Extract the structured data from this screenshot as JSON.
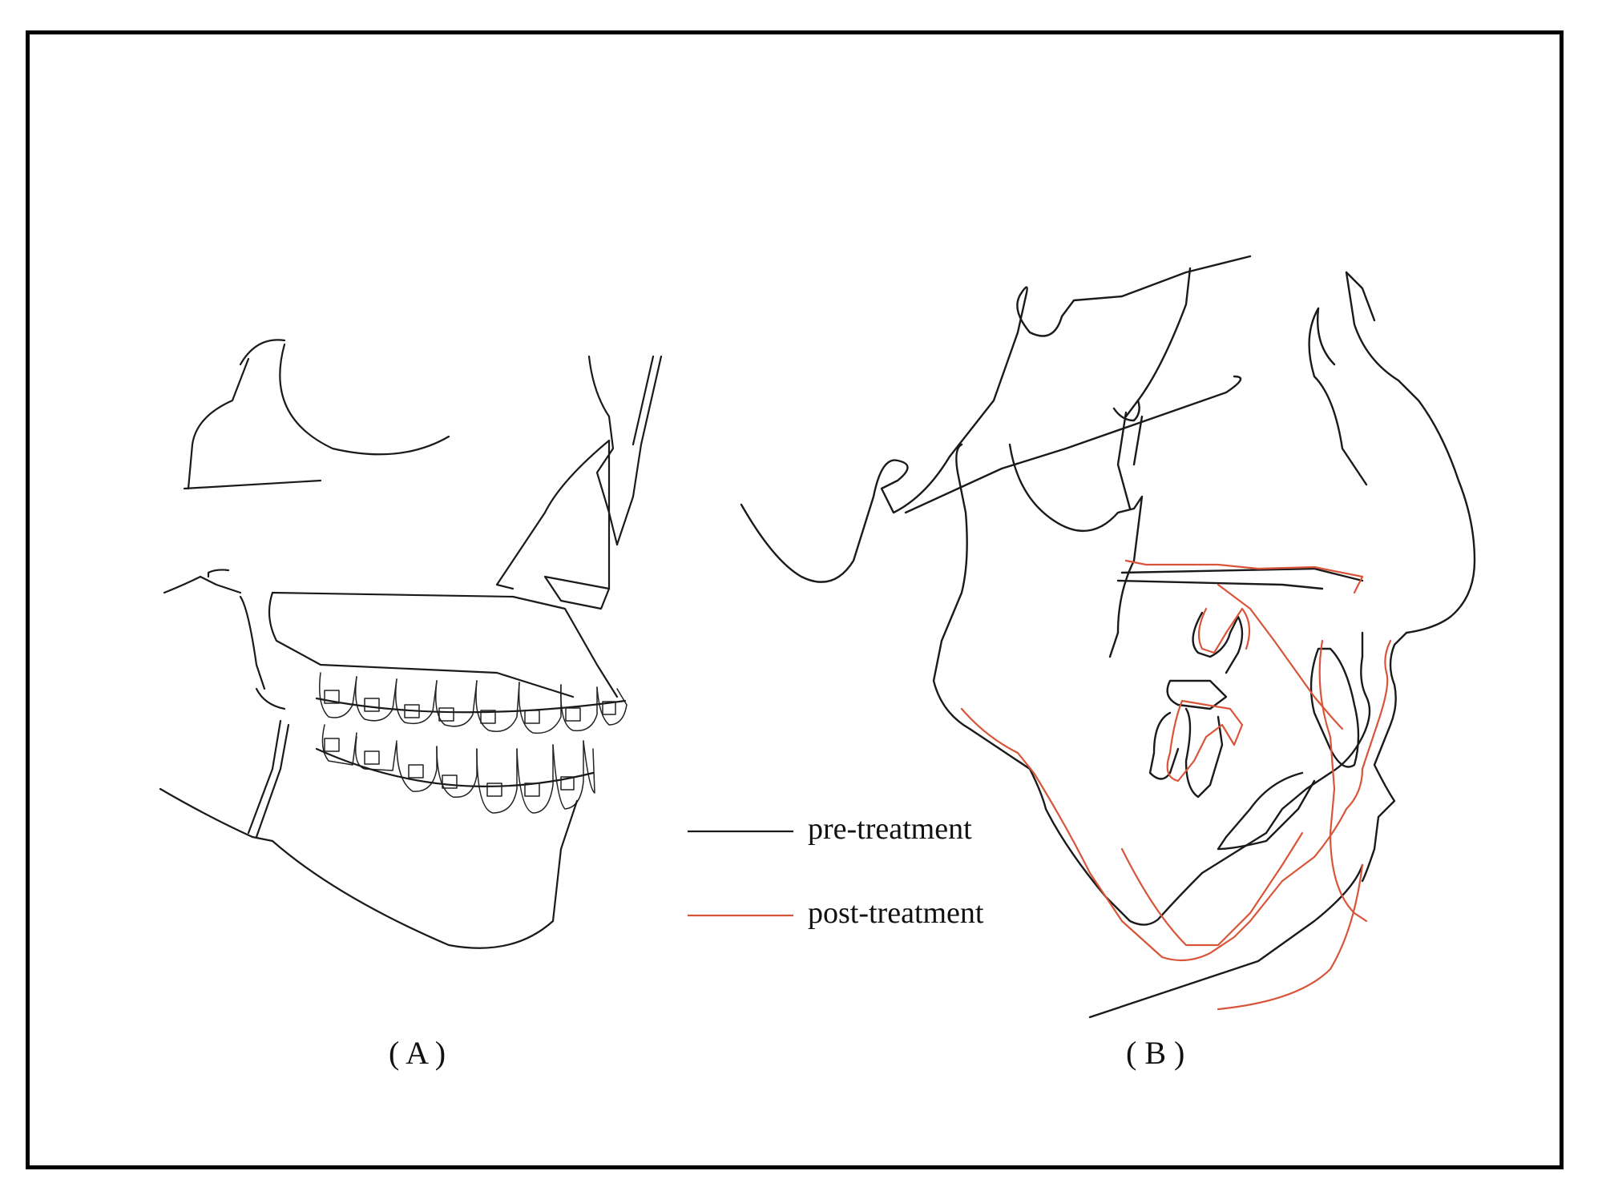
{
  "panels": {
    "a": {
      "label": "( A )"
    },
    "b": {
      "label": "( B )"
    }
  },
  "legend": {
    "items": [
      {
        "label": "pre-treatment",
        "color": "#1a1a1a"
      },
      {
        "label": "post-treatment",
        "color": "#d9553a"
      }
    ]
  },
  "colors": {
    "pre": "#1a1a1a",
    "post": "#d9553a",
    "frame": "#000000"
  }
}
